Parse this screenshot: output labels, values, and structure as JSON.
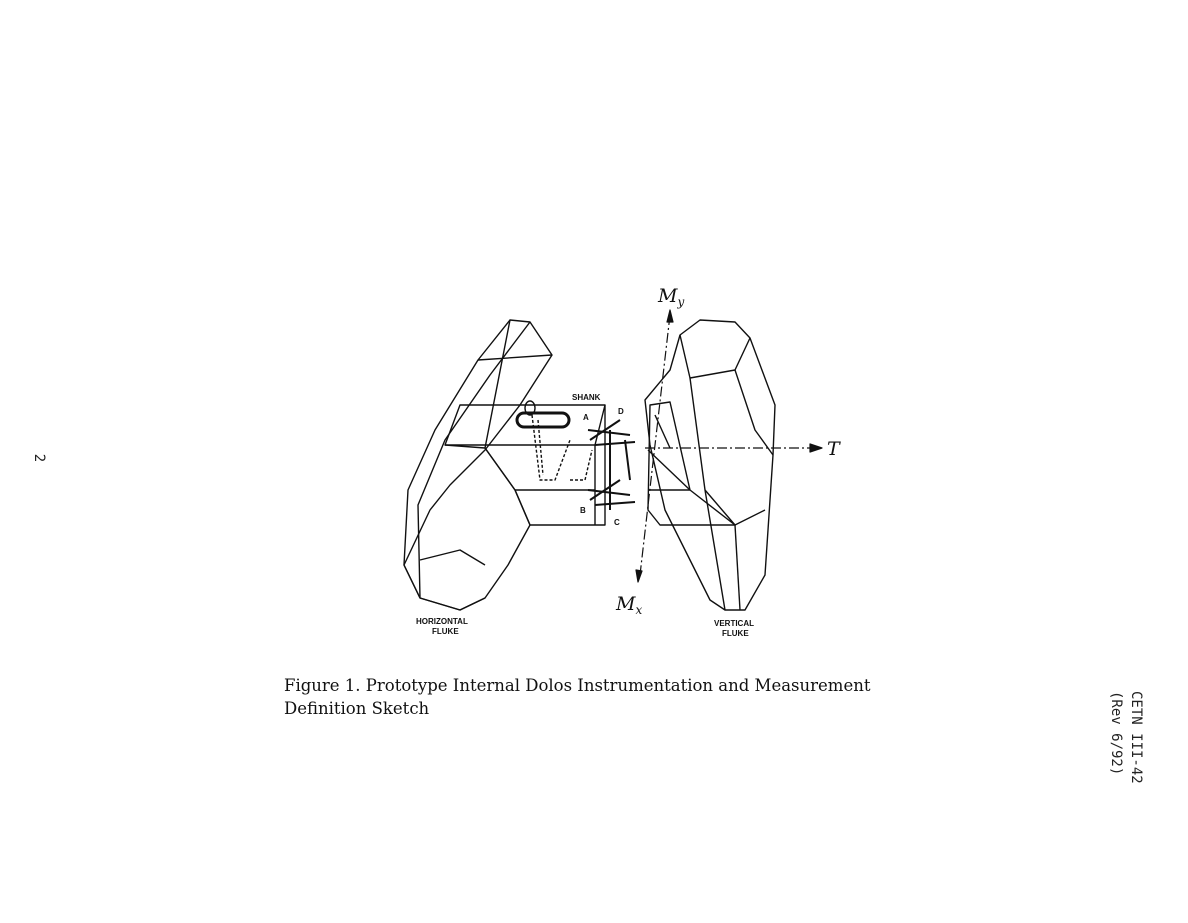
{
  "page_number": "2",
  "figure": {
    "labels": {
      "shank": "SHANK",
      "a": "A",
      "b": "B",
      "c": "C",
      "d": "D",
      "horizontal_fluke": [
        "HORIZONTAL",
        "FLUKE"
      ],
      "vertical_fluke": [
        "VERTICAL",
        "FLUKE"
      ],
      "my": "My",
      "mx": "Mx",
      "t": "T"
    }
  },
  "caption": {
    "text": "Figure 1. Prototype Internal Dolos Instrumentation and Measurement Definition Sketch"
  },
  "side_note": {
    "line1": "CETN III-42",
    "line2": "(Rev 6/92)"
  }
}
